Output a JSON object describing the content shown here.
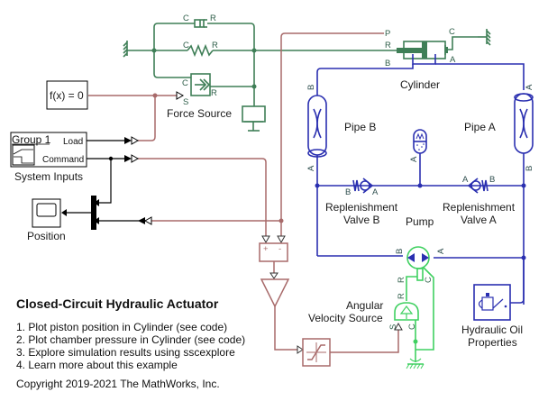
{
  "model": {
    "title": "Closed-Circuit Hydraulic Actuator",
    "links": [
      "1. Plot piston position in Cylinder (see code)",
      "2. Plot chamber pressure in Cylinder (see code)",
      "3. Explore simulation results using sscexplore",
      "4. Learn more about this example"
    ],
    "copyright": "Copyright 2019-2021 The MathWorks, Inc."
  },
  "blocks": {
    "solver": {
      "label": "f(x) = 0"
    },
    "system_inputs": {
      "label": "System Inputs",
      "group": "Group 1",
      "port_load": "Load",
      "port_command": "Command"
    },
    "position_scope": {
      "label": "Position"
    },
    "force_source": {
      "label": "Force Source"
    },
    "cylinder": {
      "label": "Cylinder"
    },
    "pipe_b": {
      "label": "Pipe B"
    },
    "pipe_a": {
      "label": "Pipe A"
    },
    "pump": {
      "label": "Pump"
    },
    "valve_b": {
      "label_line1": "Replenishment",
      "label_line2": "Valve B"
    },
    "valve_a": {
      "label_line1": "Replenishment",
      "label_line2": "Valve A"
    },
    "angular_velocity_source": {
      "label_line1": "Angular",
      "label_line2": "Velocity Source"
    },
    "hydraulic_oil": {
      "label_line1": "Hydraulic Oil",
      "label_line2": "Properties"
    }
  },
  "ports": {
    "C": "C",
    "R": "R",
    "S": "S",
    "A": "A",
    "B": "B",
    "P": "P",
    "plus": "+",
    "minus": "-"
  },
  "colors": {
    "mechanical": "#3f7f57",
    "hydraulic": "#2a2fb0",
    "physical_signal": "#a86a6a",
    "signal": "#000000",
    "rotational": "#3fd060"
  }
}
